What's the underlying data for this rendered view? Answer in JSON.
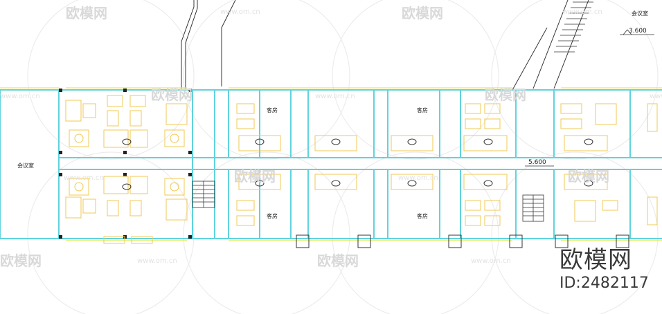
{
  "labels": {
    "meeting_room": "会议室",
    "guest_room": "客房",
    "elevation_a": "3.600",
    "elevation_b": "5.600"
  },
  "watermark": {
    "logo_text": "欧模网",
    "url_text": "www.om.cn"
  },
  "brand": {
    "logo": "欧模网",
    "id": "ID:2482117"
  },
  "colors": {
    "wall": "#5fd3dd",
    "furniture": "#f0c850",
    "window": "#e8e860",
    "line": "#333333",
    "text": "#222222",
    "watermark": "#d9d9d9"
  }
}
